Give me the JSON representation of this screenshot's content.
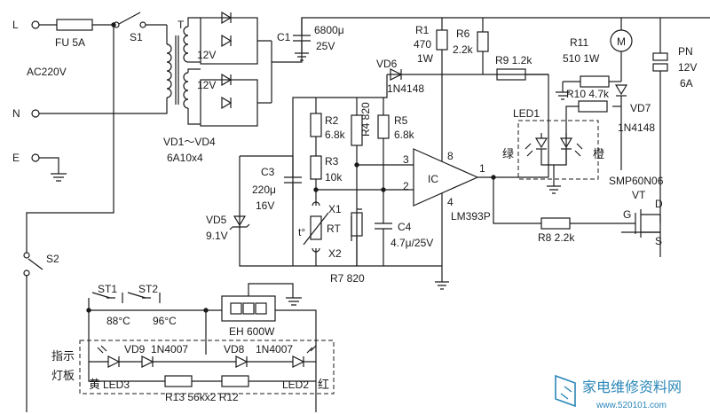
{
  "labels": {
    "terminal_l": "L",
    "terminal_n": "N",
    "terminal_e": "E",
    "fuse": "FU  5A",
    "switch_s1": "S1",
    "transformer": "T",
    "ac_source": "AC220V",
    "secondary_top": "12V",
    "secondary_bottom": "12V",
    "rectifier_ref": "VD1～VD4",
    "rectifier_part": "6A10x4",
    "c1_ref": "C1",
    "c1_value_1": "6800μ",
    "c1_value_2": "25V",
    "r1_ref": "R1",
    "r1_value_1": "470",
    "r1_value_2": "1W",
    "r6_ref": "R6",
    "r6_value": "2.2k",
    "vd6_ref": "VD6",
    "vd6_part": "1N4148",
    "r9_label": "R9  1.2k",
    "r11_ref": "R11",
    "r11_value": "510  1W",
    "motor": "M",
    "pn_ref": "PN",
    "pn_value_1": "12V",
    "pn_value_2": "6A",
    "vd7_ref": "VD7",
    "vd7_part": "1N4148",
    "r10_label": "R10  4.7k",
    "led1_ref": "LED1",
    "green_cn": "绿",
    "orange_cn": "橙",
    "r2_ref": "R2",
    "r2_value": "6.8k",
    "r3_ref": "R3",
    "r3_value": "10k",
    "r4_label": "R4  820",
    "r5_ref": "R5",
    "r5_value": "6.8k",
    "pin3": "3",
    "pin2": "2",
    "pin8": "8",
    "pin1": "1",
    "pin4": "4",
    "ic_ref": "IC",
    "ic_part": "LM393P",
    "c3_ref": "C3",
    "c3_value_1": "220μ",
    "c3_value_2": "16V",
    "vd5_ref": "VD5",
    "vd5_value": "9.1V",
    "x1": "X1",
    "rt_ref": "RT",
    "x2": "X2",
    "temp_symbol": "t°",
    "c4_ref": "C4",
    "c4_value": "4.7μ/25V",
    "r7_label": "R7  820",
    "r8_label": "R8  2.2k",
    "mosfet_part": "SMP60N06",
    "mosfet_ref": "VT",
    "gate": "G",
    "drain": "D",
    "source": "S",
    "switch_s2": "S2",
    "st1": "ST1",
    "st2": "ST2",
    "st1_temp": "88°C",
    "st2_temp": "96°C",
    "heater": "EH  600W",
    "panel_1": "指示",
    "panel_2": "灯板",
    "vd9": "VD9",
    "vd9_part": "1N4007",
    "vd8": "VD8",
    "vd8_part": "1N4007",
    "yellow_cn": "黄",
    "led3": "LED3",
    "r13_label": "R13  56kx2  R12",
    "led2": "LED2",
    "red_cn": "红",
    "watermark_cn": "家电维修资料网",
    "watermark_url": "www.520101.com"
  }
}
